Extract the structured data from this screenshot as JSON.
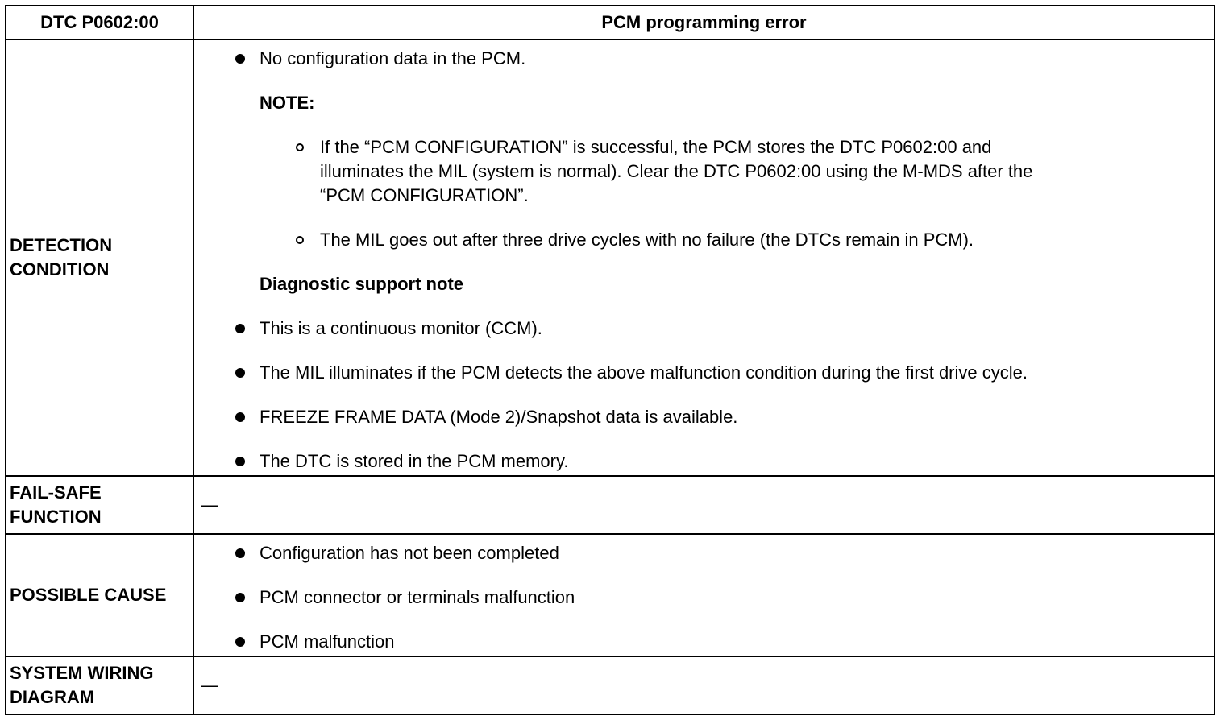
{
  "header": {
    "dtc": "DTC P0602:00",
    "title": "PCM programming error"
  },
  "detection": {
    "label_line1": "DETECTION",
    "label_line2": "CONDITION",
    "item1": "No configuration data in the PCM.",
    "note_heading": "NOTE:",
    "sub1_line1": "If the “PCM CONFIGURATION” is successful, the PCM stores the DTC P0602:00 and",
    "sub1_line2": "illuminates the MIL (system is normal). Clear the DTC P0602:00 using the M-MDS after the",
    "sub1_line3": "“PCM CONFIGURATION”.",
    "sub2": "The MIL goes out after three drive cycles with no failure (the DTCs remain in PCM).",
    "support_heading": "Diagnostic support note",
    "item2": "This is a continuous monitor (CCM).",
    "item3": "The MIL illuminates if the PCM detects the above malfunction condition during the first drive cycle.",
    "item4": "FREEZE FRAME DATA (Mode 2)/Snapshot data is available.",
    "item5": "The DTC is stored in the PCM memory."
  },
  "failsafe": {
    "label_line1": "FAIL-SAFE",
    "label_line2": "FUNCTION",
    "value": "—"
  },
  "cause": {
    "label": "POSSIBLE CAUSE",
    "item1": "Configuration has not been completed",
    "item2": "PCM connector or terminals malfunction",
    "item3": "PCM malfunction"
  },
  "wiring": {
    "label_line1": "SYSTEM WIRING",
    "label_line2": "DIAGRAM",
    "value": "—"
  }
}
